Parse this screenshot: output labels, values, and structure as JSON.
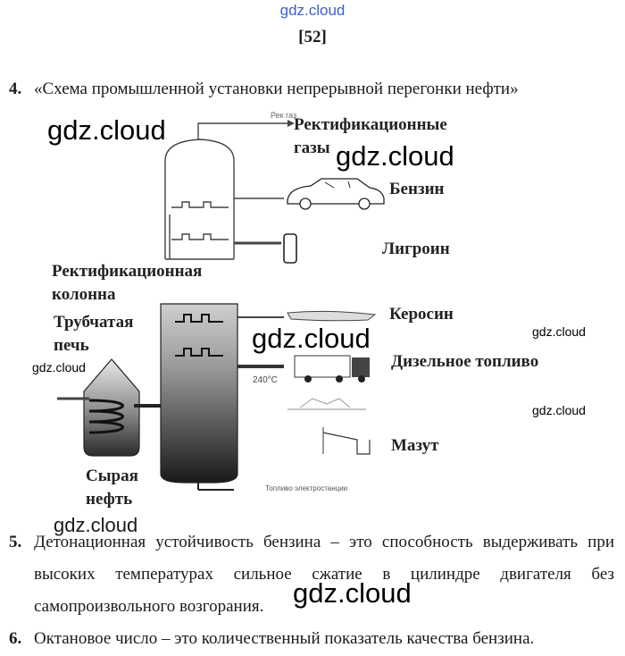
{
  "watermarks": {
    "top": "gdz.cloud",
    "w1": "gdz.cloud",
    "w2": "gdz.cloud",
    "w3": "gdz.cloud",
    "w4": "gdz.cloud",
    "w5": "gdz.cloud",
    "w6": "gdz.cloud",
    "w7": "gdz.cloud",
    "w8": "gdz.cloud"
  },
  "page_number": "[52]",
  "item4": {
    "number": "4.",
    "title": "«Схема промышленной установки непрерывной перегонки нефти»"
  },
  "diagram": {
    "column_label": "Ректификационная колонна",
    "furnace_label": "Трубчатая печь",
    "crude_label": "Сырая нефть",
    "gases": "Ректификационные газы",
    "gasoline": "Бензин",
    "ligroin": "Лигроин",
    "kerosene": "Керосин",
    "diesel": "Дизельное топливо",
    "fuel_oil": "Мазут",
    "temperature": "240°C",
    "small_top_label": "Рек газ",
    "bottom_caption": "Топливо электростанции"
  },
  "item5": {
    "number": "5.",
    "text": "Детонационная устойчивость бензина – это способность выдерживать при высоких температурах сильное сжатие в цилиндре двигателя без самопроизвольного возгорания."
  },
  "item6": {
    "number": "6.",
    "text": "Октановое число – это количественный показатель качества бензина."
  }
}
